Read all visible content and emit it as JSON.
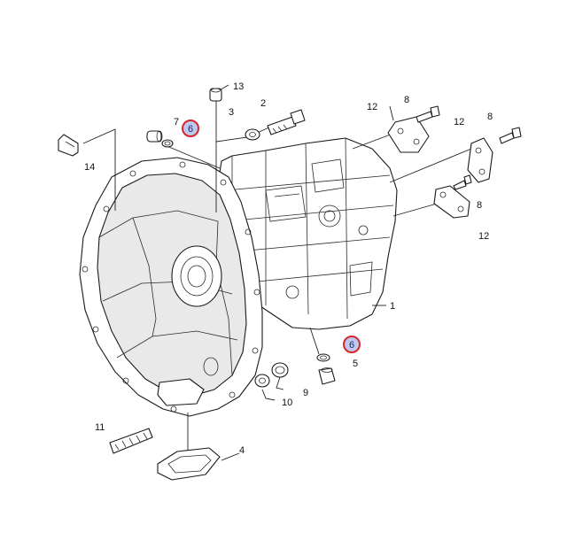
{
  "diagram": {
    "callouts": [
      {
        "id": "c1",
        "label": "1"
      },
      {
        "id": "c2",
        "label": "2"
      },
      {
        "id": "c3",
        "label": "3"
      },
      {
        "id": "c4",
        "label": "4"
      },
      {
        "id": "c5",
        "label": "5"
      },
      {
        "id": "c6a",
        "label": "6"
      },
      {
        "id": "c6b",
        "label": "6"
      },
      {
        "id": "c7",
        "label": "7"
      },
      {
        "id": "c8a",
        "label": "8"
      },
      {
        "id": "c8b",
        "label": "8"
      },
      {
        "id": "c8c",
        "label": "8"
      },
      {
        "id": "c9",
        "label": "9"
      },
      {
        "id": "c10",
        "label": "10"
      },
      {
        "id": "c11",
        "label": "11"
      },
      {
        "id": "c12a",
        "label": "12"
      },
      {
        "id": "c12b",
        "label": "12"
      },
      {
        "id": "c12c",
        "label": "12"
      },
      {
        "id": "c13",
        "label": "13"
      },
      {
        "id": "c14",
        "label": "14"
      }
    ],
    "highlight_color": "#d9262c",
    "highlight_fill": "#bfc8ee"
  }
}
